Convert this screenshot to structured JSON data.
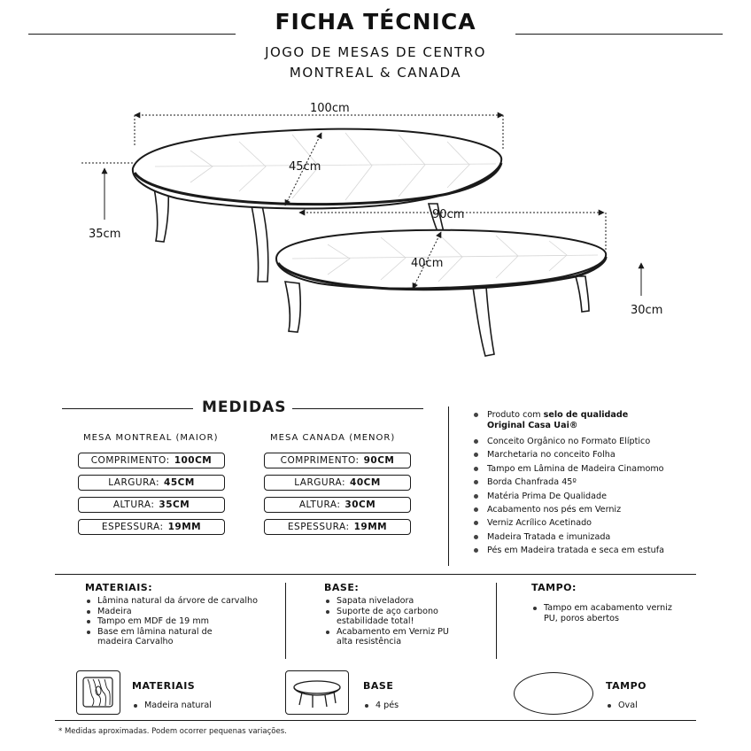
{
  "header": {
    "title": "FICHA TÉCNICA",
    "subtitle_line1": "JOGO DE MESAS DE CENTRO",
    "subtitle_line2": "MONTREAL & CANADA"
  },
  "drawing": {
    "large_table": {
      "length": "100cm",
      "width": "45cm",
      "height": "35cm"
    },
    "small_table": {
      "length": "90cm",
      "width": "40cm",
      "height": "30cm"
    }
  },
  "medidas": {
    "title": "MEDIDAS",
    "montreal": {
      "heading": "MESA MONTREAL (MAIOR)",
      "rows": [
        {
          "label": "COMPRIMENTO:",
          "value": "100CM"
        },
        {
          "label": "LARGURA:",
          "value": "45CM"
        },
        {
          "label": "ALTURA:",
          "value": "35CM"
        },
        {
          "label": "ESPESSURA:",
          "value": "19MM"
        }
      ]
    },
    "canada": {
      "heading": "MESA CANADA (MENOR)",
      "rows": [
        {
          "label": "COMPRIMENTO:",
          "value": "90CM"
        },
        {
          "label": "LARGURA:",
          "value": "40CM"
        },
        {
          "label": "ALTURA:",
          "value": "30CM"
        },
        {
          "label": "ESPESSURA:",
          "value": "19MM"
        }
      ]
    }
  },
  "features": {
    "first_prefix": "Produto com ",
    "first_bold": "selo de qualidade",
    "first_line2": "Original Casa Uai®",
    "items": [
      "Conceito Orgânico no Formato Elíptico",
      "Marchetaria no conceito Folha",
      "Tampo em Lâmina de Madeira Cinamomo",
      "Borda Chanfrada 45º",
      "Matéria Prima De Qualidade",
      "Acabamento nos pés em Verniz",
      "Verniz Acrílico Acetinado",
      "Madeira Tratada e imunizada",
      "Pés em Madeira tratada e seca em estufa"
    ]
  },
  "materiais": {
    "title": "MATERIAIS:",
    "items": [
      "Lâmina natural da árvore de carvalho",
      "Madeira",
      "Tampo em MDF de 19 mm",
      "Base em lâmina natural de",
      "madeira Carvalho"
    ]
  },
  "base": {
    "title": "BASE:",
    "items": [
      "Sapata niveladora",
      "Suporte de aço carbono",
      "estabilidade total!",
      "Acabamento em Verniz PU",
      "alta resistência"
    ]
  },
  "tampo": {
    "title": "TAMPO:",
    "items": [
      "Tampo em acabamento verniz",
      "PU, poros abertos"
    ]
  },
  "icons_row": {
    "materiais": {
      "title": "MATERIAIS",
      "item": "Madeira natural",
      "icon": "wood-grain-icon"
    },
    "base": {
      "title": "BASE",
      "item": "4 pés",
      "icon": "table-base-icon"
    },
    "tampo": {
      "title": "TAMPO",
      "item": "Oval",
      "icon": "oval-icon"
    }
  },
  "footnote": "* Medidas aproximadas. Podem ocorrer pequenas variações."
}
